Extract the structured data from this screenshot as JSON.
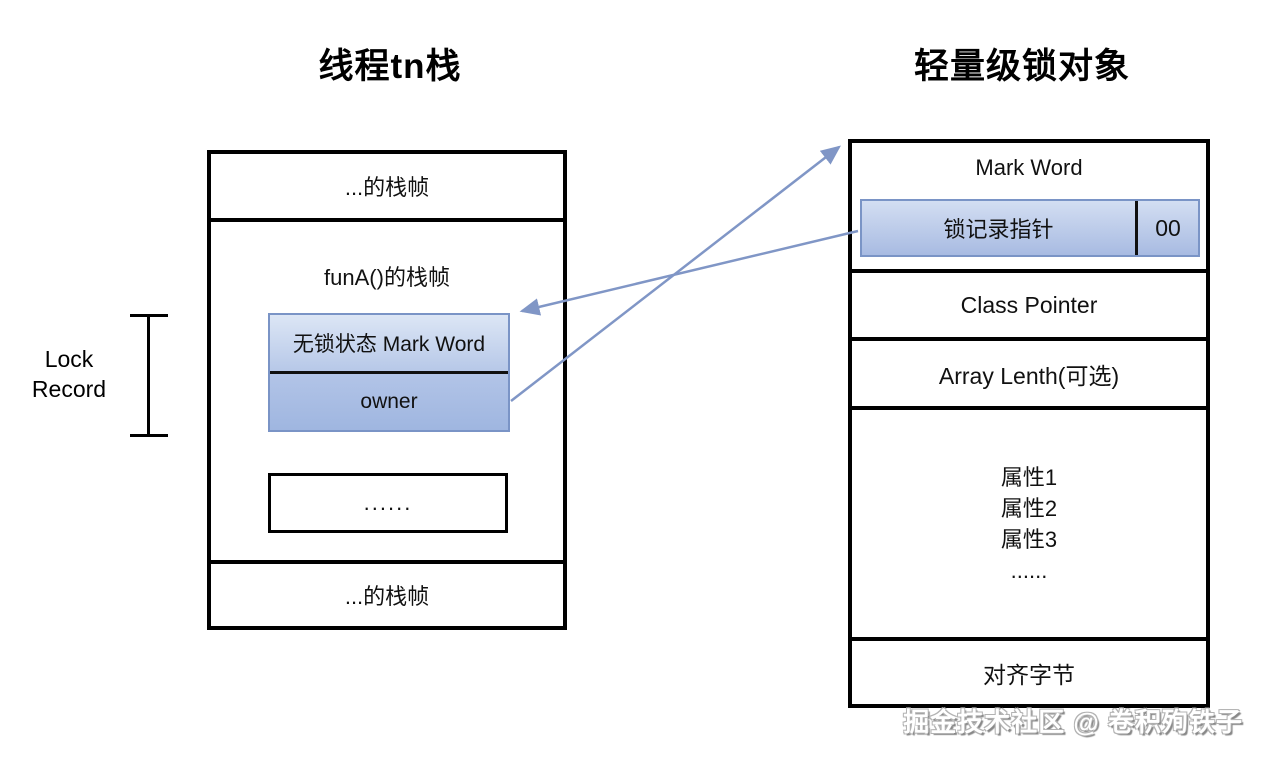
{
  "titles": {
    "left": "线程tn栈",
    "right": "轻量级锁对象"
  },
  "stack": {
    "top_frame": "...的栈帧",
    "funA_frame": "funA()的栈帧",
    "lock_record": {
      "mark_word": "无锁状态 Mark Word",
      "owner": "owner"
    },
    "ellipsis_box": "......",
    "bottom_frame": "...的栈帧"
  },
  "lock_record_bracket_label": "Lock\nRecord",
  "object": {
    "mark_word_header": "Mark Word",
    "pointer_cell": "锁记录指针",
    "flag_cell": "00",
    "class_pointer": "Class Pointer",
    "array_length": "Array Lenth(可选)",
    "attributes": [
      "属性1",
      "属性2",
      "属性3",
      "......"
    ],
    "align_bytes": "对齐字节"
  },
  "watermark": "掘金技术社区 @ 卷积殉铁子",
  "colors": {
    "arrow": "#8096c6",
    "lock_cell_border": "#7a94c6",
    "lock_cell_fill_top": "#dce6f5",
    "lock_cell_fill_bottom": "#9fb6e0",
    "box_border": "#000000"
  }
}
